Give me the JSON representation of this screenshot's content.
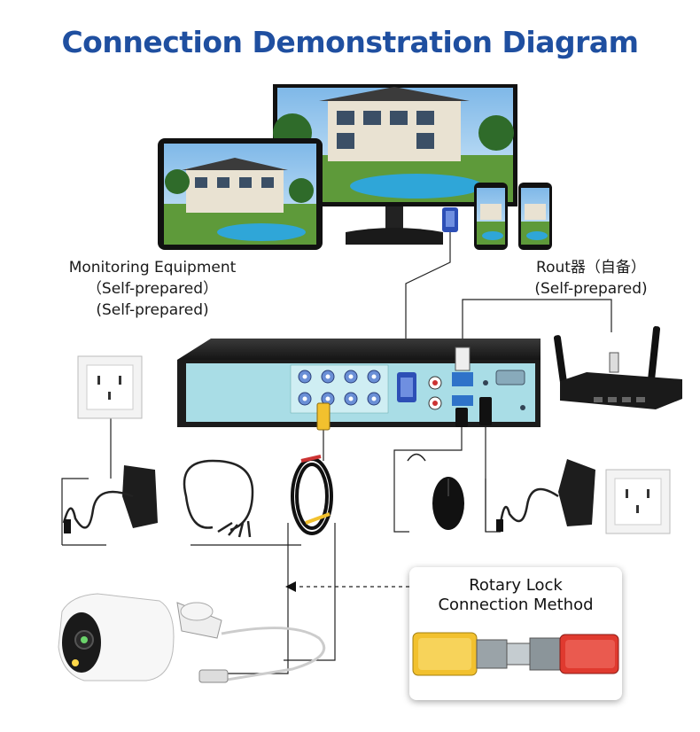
{
  "title": "Connection Demonstration Diagram",
  "monitoring_label": {
    "line1": "Monitoring Equipment",
    "line2": "（Self-prepared）",
    "line3": "(Self-prepared)"
  },
  "router_label": {
    "line1": "Rout器（自备）",
    "line2": "(Self-prepared)"
  },
  "rotary": {
    "line1": "Rotary Lock",
    "line2": "Connection Method"
  },
  "colors": {
    "title": "#1f4fa0",
    "dvr_panel": "#a9dde6",
    "bnc_yellow": "#f2c12e",
    "bnc_red": "#e03a2f"
  }
}
